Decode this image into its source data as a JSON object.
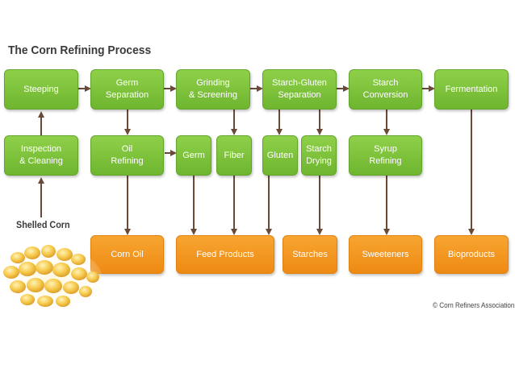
{
  "title": "The Corn Refining Process",
  "colors": {
    "process": "#7ac13b",
    "product": "#f39a22",
    "arrow": "#6a4a36"
  },
  "process_steps": {
    "steeping": "Steeping",
    "germ_separation": "Germ\nSeparation",
    "grinding_screening": "Grinding\n& Screening",
    "starch_gluten_separation": "Starch-Gluten\nSeparation",
    "starch_conversion": "Starch\nConversion",
    "fermentation": "Fermentation",
    "inspection_cleaning": "Inspection\n& Cleaning",
    "oil_refining": "Oil\nRefining",
    "germ": "Germ",
    "fiber": "Fiber",
    "gluten": "Gluten",
    "starch_drying": "Starch\nDrying",
    "syrup_refining": "Syrup\nRefining"
  },
  "products": {
    "corn_oil": "Corn Oil",
    "feed_products": "Feed Products",
    "starches": "Starches",
    "sweeteners": "Sweeteners",
    "bioproducts": "Bioproducts"
  },
  "input": {
    "label": "Shelled Corn",
    "icon": "corn-kernels-image"
  },
  "copyright": "© Corn Refiners Association"
}
